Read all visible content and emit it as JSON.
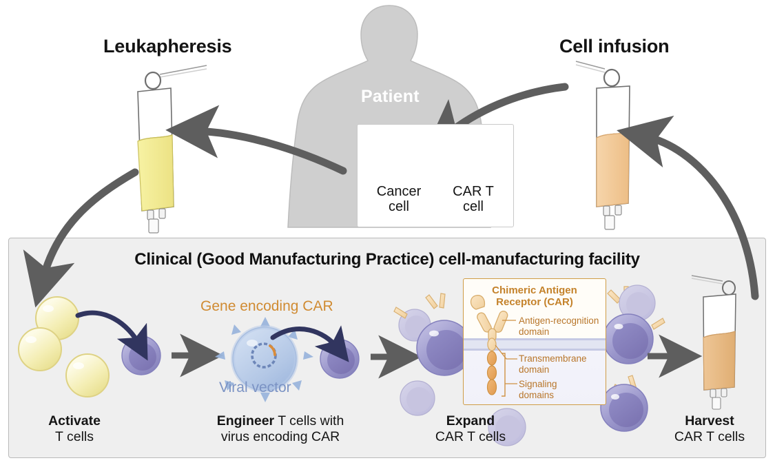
{
  "figure": {
    "type": "medical-process-diagram",
    "subject": "CAR T-cell therapy manufacturing workflow"
  },
  "top_labels": {
    "leukapheresis": "Leukapheresis",
    "cell_infusion": "Cell infusion"
  },
  "patient": {
    "label": "Patient"
  },
  "cell_inset": {
    "cancer_cell": "Cancer\ncell",
    "cancer_cell_line1": "Cancer",
    "cancer_cell_line2": "cell",
    "car_t_cell_line1": "CAR T",
    "car_t_cell_line2": "cell"
  },
  "facility": {
    "title": "Clinical (Good Manufacturing Practice) cell-manufacturing facility"
  },
  "steps": [
    {
      "id": "activate",
      "action": "Activate",
      "object": "T cells"
    },
    {
      "id": "engineer",
      "action": "Engineer",
      "object": " T cells with",
      "object2": "virus encoding CAR"
    },
    {
      "id": "expand",
      "action": "Expand",
      "object": "CAR T cells"
    },
    {
      "id": "harvest",
      "action": "Harvest",
      "object": "CAR T cells"
    }
  ],
  "engineer_section": {
    "gene_label": "Gene encoding CAR",
    "vector_label": "Viral vector"
  },
  "car_inset": {
    "title_line1": "Chimeric Antigen",
    "title_line2": "Receptor (CAR)",
    "annotations": [
      {
        "line1": "Antigen-recognition",
        "line2": "domain"
      },
      {
        "line1": "Transmembrane",
        "line2": "domain"
      },
      {
        "line1": "Signaling",
        "line2": "domains"
      }
    ]
  },
  "colors": {
    "background": "#ffffff",
    "facility_fill": "#efefef",
    "facility_border": "#b9b9b9",
    "patient_silhouette": "#cfcfcf",
    "arrow_gray": "#5e5e5e",
    "arrow_navy": "#31355f",
    "leukapheresis_bag": "#f3ec84",
    "infusion_bag": "#f2c894",
    "harvest_bag": "#e7b87e",
    "t_cell_purple": "#8b88c4",
    "t_cell_nucleus": "#7a72b3",
    "activated_cell_yellow": "#f0e99a",
    "car_orange": "#e3a95e",
    "car_title_text": "#c4822b",
    "gene_label_text": "#d08b32",
    "vector_label_text": "#7b93c4",
    "viral_vector_blue": "#aabfe0",
    "antigen_green": "#b5cc6e",
    "membrane_band": "#c5c9e4"
  }
}
